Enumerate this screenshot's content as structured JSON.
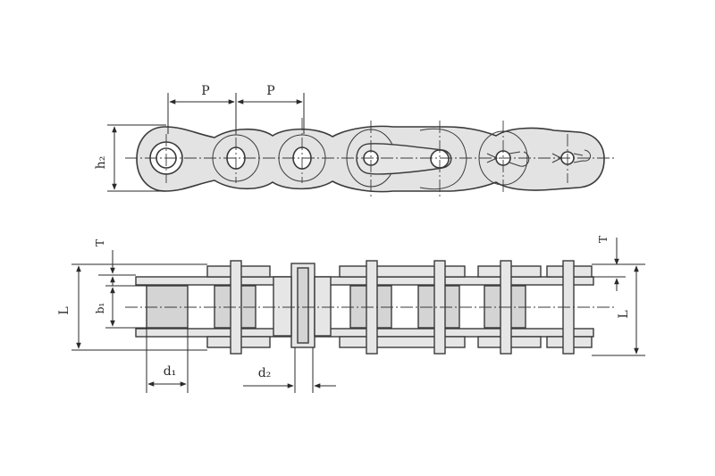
{
  "labels": {
    "pitch_left": "P",
    "pitch_right": "P",
    "height": "h₂",
    "plate_thickness_left": "T",
    "plate_thickness_right": "T",
    "length_left": "L",
    "length_right": "L",
    "inner_width": "b₁",
    "roller_diameter": "d₁",
    "pin_diameter": "d₂"
  },
  "colors": {
    "line": "#3a3a3a",
    "fill": "#e3e3e3",
    "roller": "#d4d4d4"
  }
}
